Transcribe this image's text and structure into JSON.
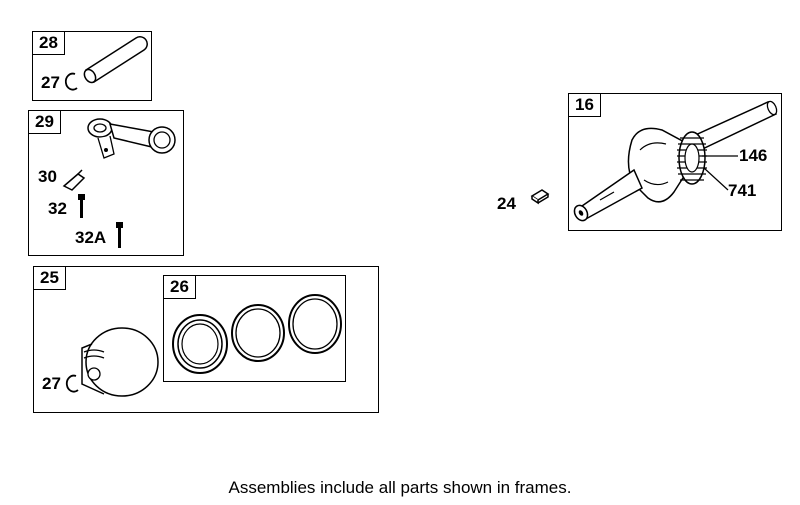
{
  "frames": {
    "f28": "28",
    "f29": "29",
    "f25": "25",
    "f26": "26",
    "f16": "16"
  },
  "labels": {
    "l27a": "27",
    "l30": "30",
    "l32": "32",
    "l32a": "32A",
    "l27b": "27",
    "l24": "24",
    "l146": "146",
    "l741": "741"
  },
  "caption": "Assemblies include all parts shown in frames.",
  "icons": [
    "piston-pin-icon",
    "retaining-ring-icon",
    "connecting-rod-icon",
    "dipper-icon",
    "bolt-icon",
    "piston-icon",
    "piston-ring-icon",
    "crankshaft-icon",
    "gear-icon",
    "key-icon"
  ]
}
